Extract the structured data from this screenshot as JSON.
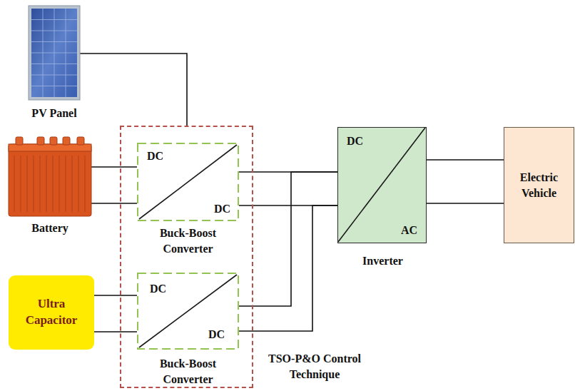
{
  "diagram": {
    "nodes": [
      {
        "text": [
          "PV Panel"
        ]
      },
      {
        "text": [
          "Battery"
        ]
      },
      {
        "text": [
          "TSO-P&O Control Technique"
        ]
      },
      {
        "text": [
          "DC",
          "DC",
          "Buck-Boost Converter"
        ],
        "in": 2
      },
      {
        "text": [
          "DC",
          "DC",
          "Buck-Boost Converter"
        ],
        "in": 2
      },
      {
        "text": [
          "Ultra Capacitor"
        ]
      },
      {
        "text": [
          "DC",
          "AC",
          "Inverter"
        ]
      },
      {
        "text": [
          "Electric Vehicle"
        ]
      }
    ],
    "edges": [
      {
        "from": 0,
        "to": 2,
        "arrow": "none"
      },
      {
        "from": 1,
        "to": 3,
        "arrow": "none"
      },
      {
        "from": 5,
        "to": 4,
        "arrow": "none"
      },
      {
        "from": 3,
        "to": 6,
        "arrow": "none"
      },
      {
        "from": 4,
        "to": 6,
        "arrow": "none"
      },
      {
        "from": 6,
        "to": 7,
        "arrow": "none"
      }
    ]
  }
}
